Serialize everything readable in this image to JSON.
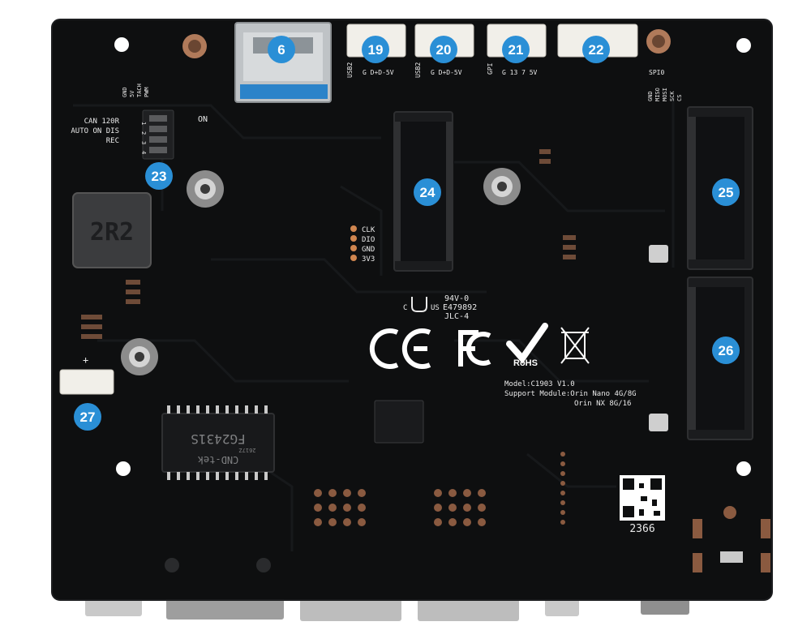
{
  "colors": {
    "board": "#0e0f10",
    "board_edge": "#1c1d1f",
    "badge": "#2a8fd6",
    "silkscreen": "#e9e9e9",
    "copper": "#b07a5a",
    "connector": "#f1efe9"
  },
  "callouts": [
    {
      "id": "6",
      "label": "6"
    },
    {
      "id": "19",
      "label": "19"
    },
    {
      "id": "20",
      "label": "20"
    },
    {
      "id": "21",
      "label": "21"
    },
    {
      "id": "22",
      "label": "22"
    },
    {
      "id": "23",
      "label": "23"
    },
    {
      "id": "24",
      "label": "24"
    },
    {
      "id": "25",
      "label": "25"
    },
    {
      "id": "26",
      "label": "26"
    },
    {
      "id": "27",
      "label": "27"
    }
  ],
  "silkscreen": {
    "fan_header": [
      "GND",
      "5V",
      "TACH",
      "PWM"
    ],
    "usb2_a": "USB2",
    "usb2_a_pins": "G D+D-5V",
    "usb2_b": "USB2",
    "usb2_b_pins": "G D+D-5V",
    "gpio": "GPI",
    "gpio_pins": "G 13 7 5V",
    "spi_label": "SPI0",
    "spi_pins": [
      "GND",
      "MISO",
      "MOSI",
      "SCK",
      "CS"
    ],
    "dip_labels": [
      "CAN 120R",
      "AUTO ON DIS",
      "REC"
    ],
    "dip_on": "ON",
    "dip_numbers": [
      "1",
      "2",
      "3",
      "4"
    ],
    "debug_pins": [
      "CLK",
      "DIO",
      "GND",
      "3V3"
    ],
    "inductor": "2R2",
    "cert_ul_1": "94V-0",
    "cert_ul_2": "E479892",
    "cert_ul_3": "JLC-4",
    "cert_ul_c": "C",
    "cert_ul_us": "US",
    "rohs": "RoHS",
    "model": "Model:C1903 V1.0",
    "support_1": "Support Module:Orin Nano 4G/8G",
    "support_2": "Orin NX 8G/16",
    "serial": "2366",
    "chip_brand": "CND-tek",
    "chip_part": "FG2431S",
    "chip_sub": "2617Z",
    "plus_sign": "+"
  }
}
